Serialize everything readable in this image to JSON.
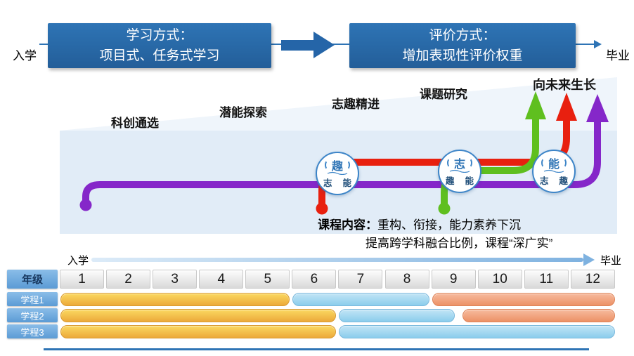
{
  "colors": {
    "box-blue": "#2e74b5",
    "box-blue-dark": "#235e99",
    "arrow-blue": "#2565a8",
    "line-blue": "#2e74b5",
    "wedge-blue": "#eff5fb",
    "band-blue": "#e1ecf7",
    "purple": "#8527c9",
    "red": "#e8200f",
    "green": "#5fbf1f",
    "circle-border": "#3d85c8",
    "char-blue": "#2e74b5",
    "char-dark": "#1f4e79",
    "header-blue-1": "#8abde8",
    "header-blue-2": "#5b9bd5",
    "timeline-blue": "#7fb2e0",
    "bar-yellow-1": "#fbd961",
    "bar-yellow-2": "#eca93a",
    "bar-blue-1": "#c2e5f6",
    "bar-blue-2": "#8bcdec",
    "bar-salmon-1": "#f7bb9e",
    "bar-salmon-2": "#ec9166"
  },
  "top_flow": {
    "start_label": "入学",
    "end_label": "毕业",
    "box1_line1": "学习方式：",
    "box1_line2": "项目式、任务式学习",
    "box2_line1": "评价方式：",
    "box2_line2": "增加表现性评价权重"
  },
  "diagram": {
    "stage_labels": [
      "科创通选",
      "潜能探索",
      "志趣精进",
      "课题研究",
      "向未来生长"
    ],
    "stations": [
      {
        "top": "趣",
        "bottom_left": "志",
        "bottom_right": "能"
      },
      {
        "top": "志",
        "bottom_left": "趣",
        "bottom_right": "能"
      },
      {
        "top": "能",
        "bottom_left": "志",
        "bottom_right": "趣"
      }
    ],
    "content_label": "课程内容：",
    "content_line1": "重构、衔接，能力素养下沉",
    "content_line2": "提高跨学科融合比例，课程“深广实”"
  },
  "timeline": {
    "start_label": "入学",
    "end_label": "毕业"
  },
  "table": {
    "grade_header": "年级",
    "grades": [
      "1",
      "2",
      "3",
      "4",
      "5",
      "6",
      "7",
      "8",
      "9",
      "10",
      "11",
      "12"
    ],
    "rows": [
      {
        "label": "学程1",
        "bars": [
          {
            "color": "yellow",
            "start": 0,
            "end": 5
          },
          {
            "color": "blue",
            "start": 5,
            "end": 8
          },
          {
            "color": "salmon",
            "start": 8,
            "end": 12
          }
        ]
      },
      {
        "label": "学程2",
        "bars": [
          {
            "color": "yellow",
            "start": 0,
            "end": 6
          },
          {
            "color": "blue",
            "start": 6,
            "end": 8.55
          },
          {
            "color": "salmon",
            "start": 8.65,
            "end": 12
          }
        ]
      },
      {
        "label": "学程3",
        "bars": [
          {
            "color": "yellow",
            "start": 0,
            "end": 6
          },
          {
            "color": "blue",
            "start": 6,
            "end": 12
          }
        ]
      }
    ]
  }
}
